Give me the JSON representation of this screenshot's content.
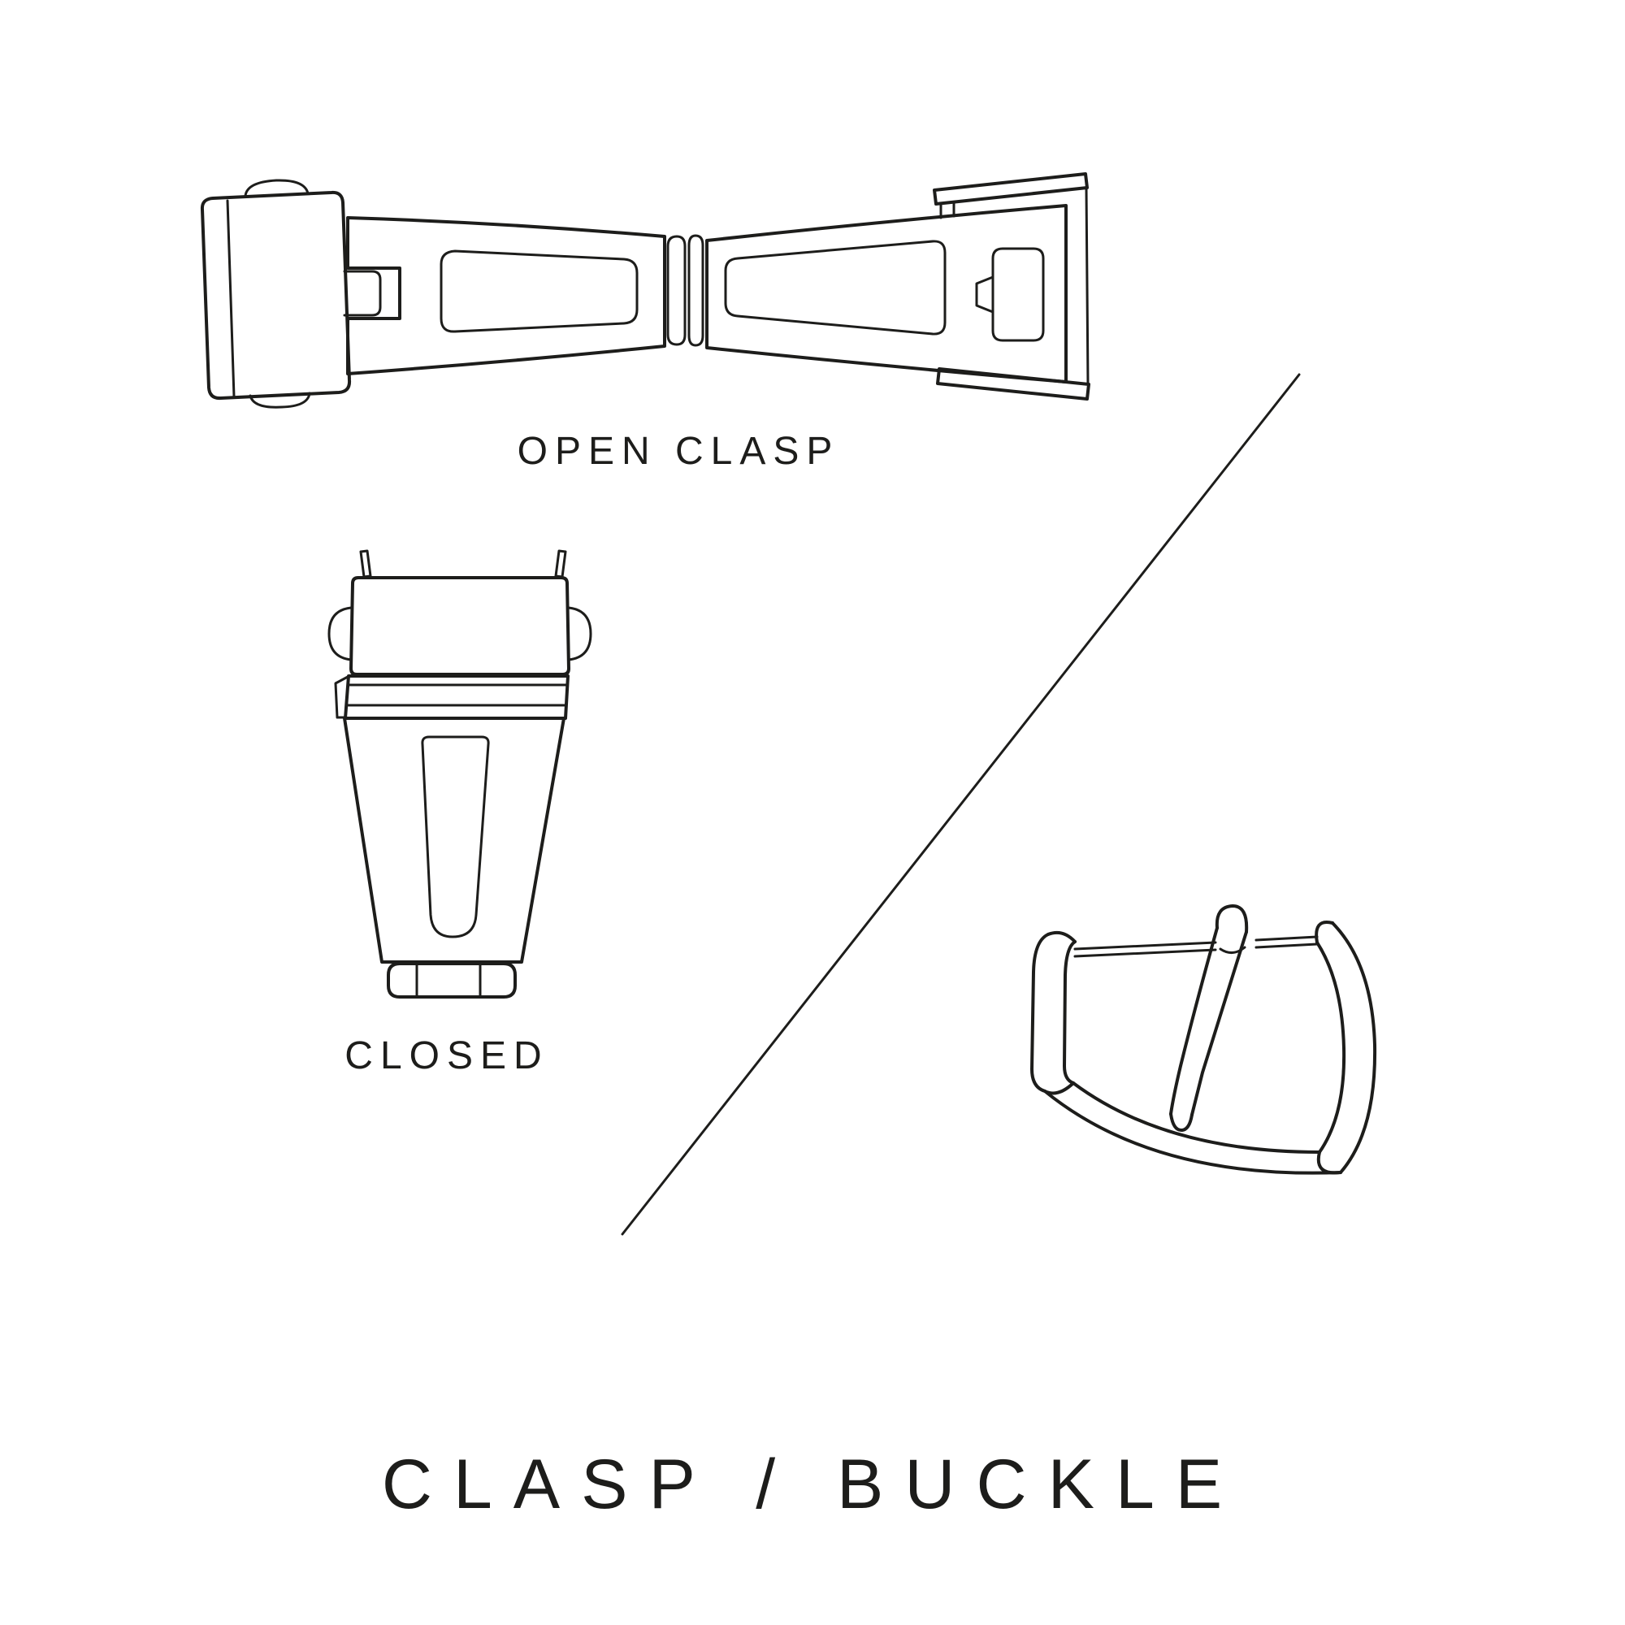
{
  "page": {
    "background_color": "#ffffff",
    "line_color": "#1d1d1b"
  },
  "title": "CLASP / BUCKLE",
  "figures": {
    "open_clasp": {
      "label": "OPEN CLASP",
      "icon": "open-clasp-illustration"
    },
    "closed_clasp": {
      "label": "CLOSED",
      "icon": "closed-clasp-illustration"
    },
    "tang_buckle": {
      "icon": "tang-buckle-illustration"
    },
    "divider": {
      "icon": "diagonal-divider-line"
    }
  }
}
